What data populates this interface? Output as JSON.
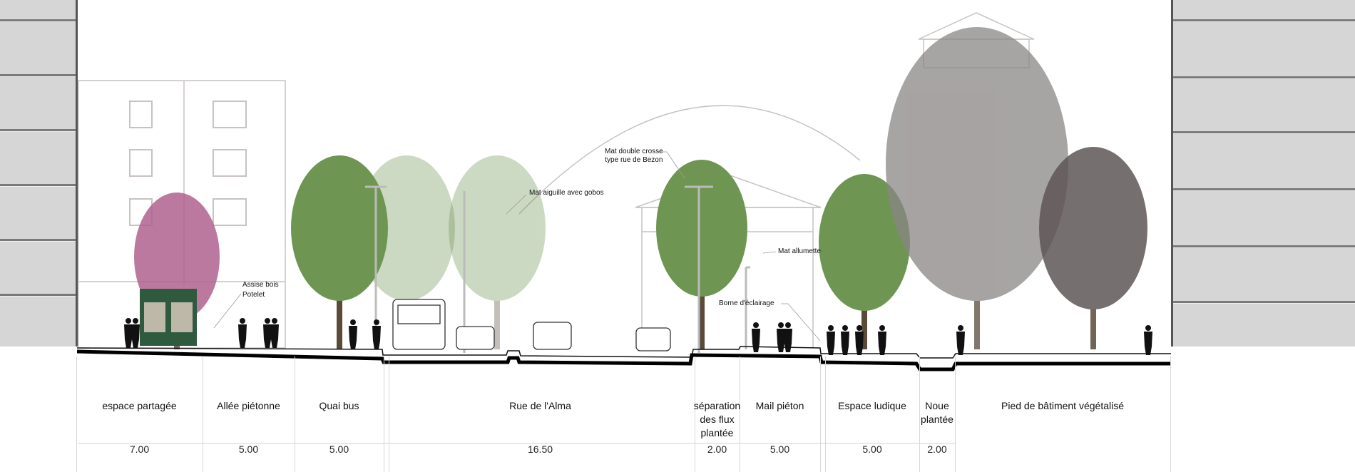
{
  "annotations": {
    "mat_double_crosse": [
      "Mat double crosse",
      "type rue de Bezon"
    ],
    "mat_aiguille": "Mat aiguille avec gobos",
    "mat_allumette": "Mat allumette",
    "borne": "Borne d'éclairage",
    "assise": "Assise bois",
    "potelet": "Potelet"
  },
  "zones": [
    {
      "label": "espace partagée",
      "width": "7.00"
    },
    {
      "label": "Allée piétonne",
      "width": "5.00"
    },
    {
      "label": "Quai bus",
      "width": "5.00"
    },
    {
      "label": "Rue de l'Alma",
      "width": "16.50"
    },
    {
      "label_lines": [
        "séparation",
        "des flux",
        "plantée"
      ],
      "width": "2.00"
    },
    {
      "label": "Mail piéton",
      "width": "5.00"
    },
    {
      "label": "Espace ludique",
      "width": "5.00"
    },
    {
      "label_lines": [
        "Noue",
        "plantée"
      ],
      "width": "2.00"
    },
    {
      "label": "Pied de bâtiment végétalisé",
      "width": ""
    }
  ],
  "colors": {
    "panel": "#d6d6d6",
    "tree_green": "#6f9552",
    "tree_pink": "#b0628f",
    "tree_gray": "#8a8585",
    "ground": "#000000"
  }
}
